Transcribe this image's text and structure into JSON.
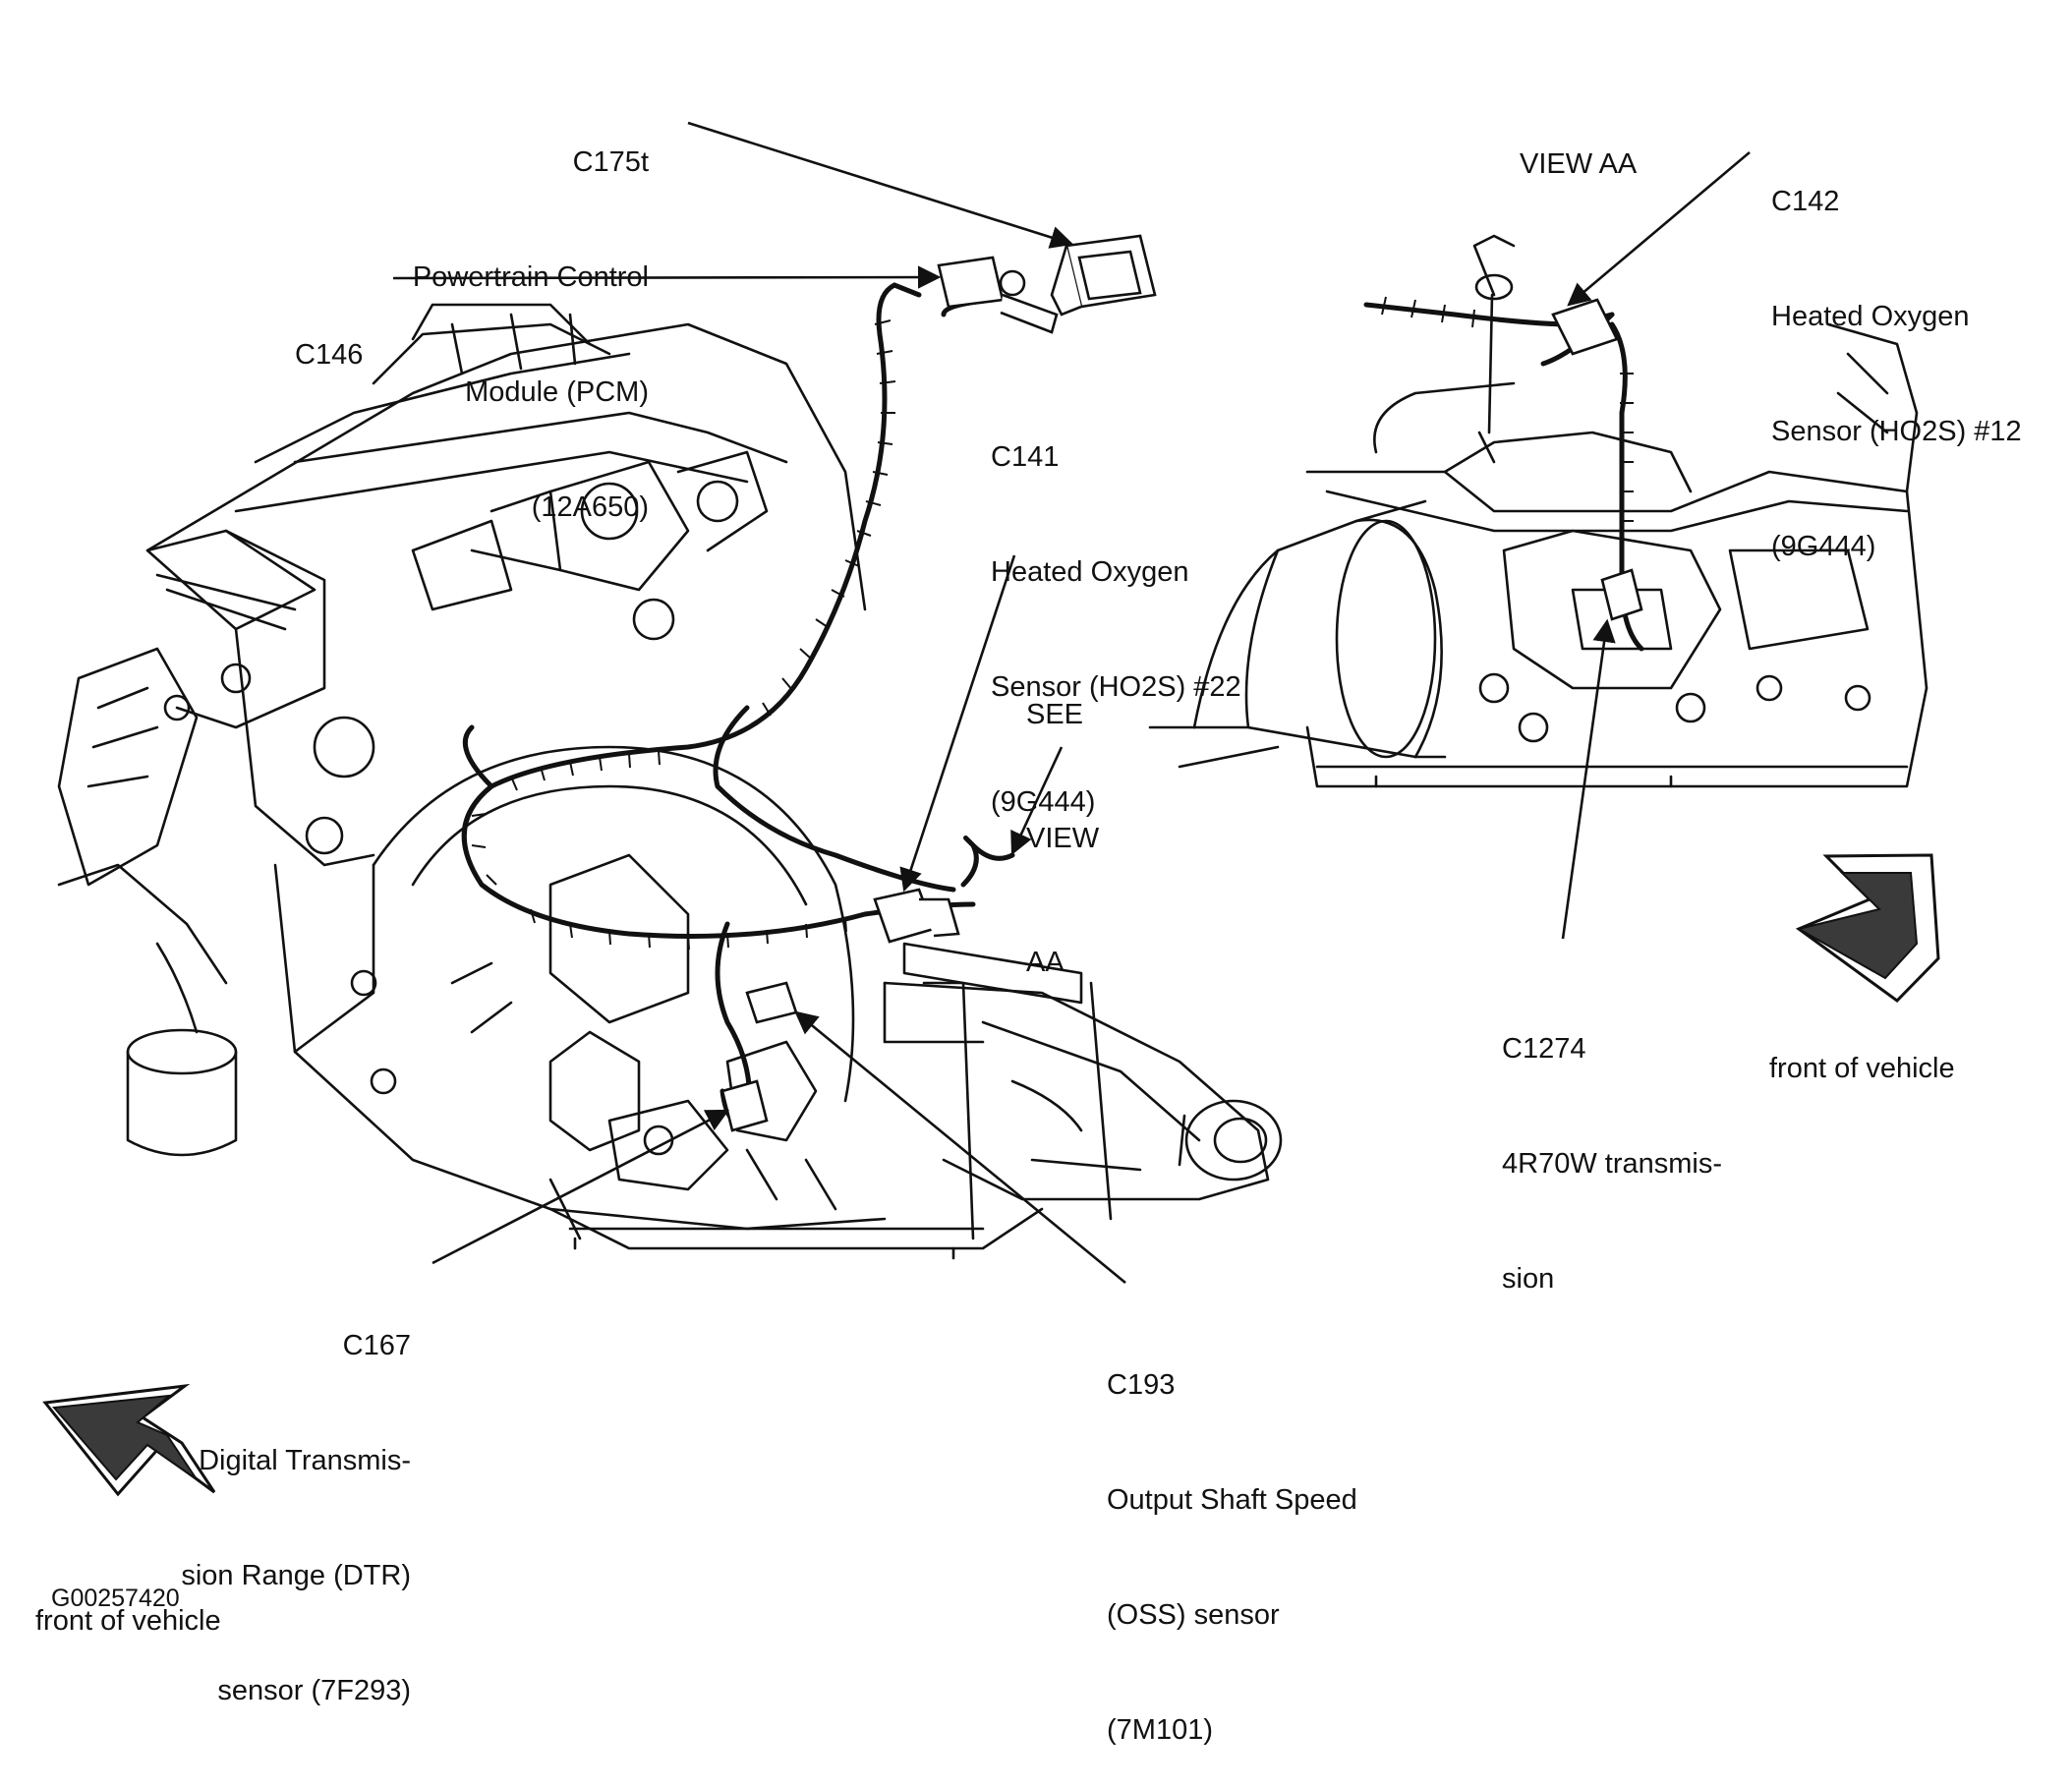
{
  "labels": {
    "c175t": [
      "C175t",
      "Powertrain Control",
      "Module (PCM)",
      "(12A650)"
    ],
    "c146": [
      "C146"
    ],
    "c141": [
      "C141",
      "Heated Oxygen",
      "Sensor (HO2S) #22",
      "(9G444)"
    ],
    "see_view": [
      "SEE",
      "VIEW",
      "AA"
    ],
    "view_aa": [
      "VIEW AA"
    ],
    "c142": [
      "C142",
      "Heated Oxygen",
      "Sensor (HO2S) #12",
      "(9G444)"
    ],
    "c1274": [
      "C1274",
      "4R70W transmis-",
      "sion"
    ],
    "c167": [
      "C167",
      "Digital Transmis-",
      "sion Range (DTR)",
      "sensor (7F293)"
    ],
    "c193": [
      "C193",
      "Output Shaft Speed",
      "(OSS) sensor",
      "(7M101)"
    ]
  },
  "front_right": "front of vehicle",
  "front_left": "front of vehicle",
  "figure_code": "G00257420",
  "colors": {
    "ink": "#111111",
    "arrow_fill": "#3a3a3a",
    "background": "#ffffff"
  }
}
